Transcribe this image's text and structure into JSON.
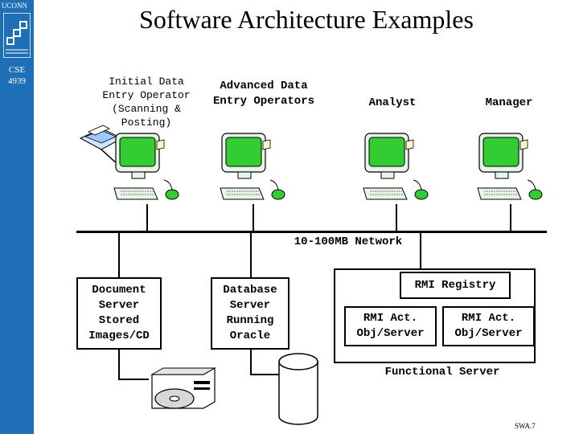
{
  "sidebar": {
    "logo_text": "UCONN",
    "course_code": "CSE",
    "course_number": "4939"
  },
  "title": "Software Architecture Examples",
  "workstations": [
    {
      "label": "Initial Data Entry Operator (Scanning & Posting)"
    },
    {
      "label": "Advanced Data Entry Operators"
    },
    {
      "label": "Analyst"
    },
    {
      "label": "Manager"
    }
  ],
  "network_label": "10-100MB Network",
  "servers": {
    "document": "Document Server Stored Images/CD",
    "database": "Database Server Running Oracle",
    "functional": {
      "registry": "RMI Registry",
      "act1": "RMI Act. Obj/Server",
      "act2": "RMI Act. Obj/Server",
      "label": "Functional Server"
    }
  },
  "footer": "SWA.7",
  "colors": {
    "sidebar": "#1f6fb7",
    "monitor_screen": "#33cc33"
  }
}
